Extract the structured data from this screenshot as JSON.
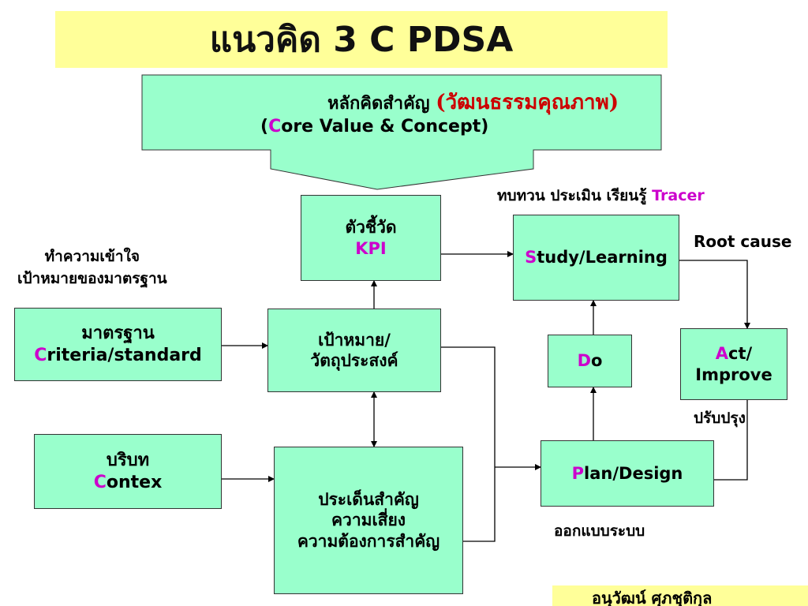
{
  "title": "แนวคิด 3 C PDSA",
  "core": {
    "line1_thai": "หลักคิดสำคัญ",
    "line1_red": "(วัฒนธรรมคุณภาพ)",
    "line2_open": "(",
    "line2_accent": "C",
    "line2_rest": "ore Value & Concept)"
  },
  "nodes": {
    "kpi": {
      "line1": "ตัวชี้วัด",
      "line2": "KPI"
    },
    "goal": {
      "line1": "เป้าหมาย/",
      "line2": "วัตถุประสงค์"
    },
    "issues": {
      "line1": "ประเด็นสำคัญ",
      "line2": "ความเสี่ยง",
      "line3": "ความต้องการสำคัญ"
    },
    "standard": {
      "line1": "มาตรฐาน",
      "accent": "C",
      "rest": "riteria/standard"
    },
    "context": {
      "line1": "บริบท",
      "accent": "C",
      "rest": "ontex"
    },
    "study": {
      "accent": "S",
      "rest": "tudy/Learning"
    },
    "do": {
      "accent": "D",
      "rest": "o"
    },
    "act": {
      "accent": "A",
      "rest1": "ct/",
      "line2": "Improve"
    },
    "plan": {
      "accent": "P",
      "rest": "lan/Design"
    }
  },
  "labels": {
    "understand_line1": "ทำความเข้าใจ",
    "understand_line2": "เป้าหมายของมาตรฐาน",
    "review_thai": "ทบทวน ประเมิน เรียนรู้",
    "review_tracer": "Tracer",
    "root_cause": "Root cause",
    "improve_thai": "ปรับปรุง",
    "design_thai": "ออกแบบระบบ"
  },
  "footer": {
    "text": "อนุวัฒน์ ศุภชุติกุล"
  },
  "colors": {
    "node_fill": "#99ffcc",
    "title_fill": "#ffff99",
    "accent": "#cc00cc",
    "red": "#cc0000"
  }
}
